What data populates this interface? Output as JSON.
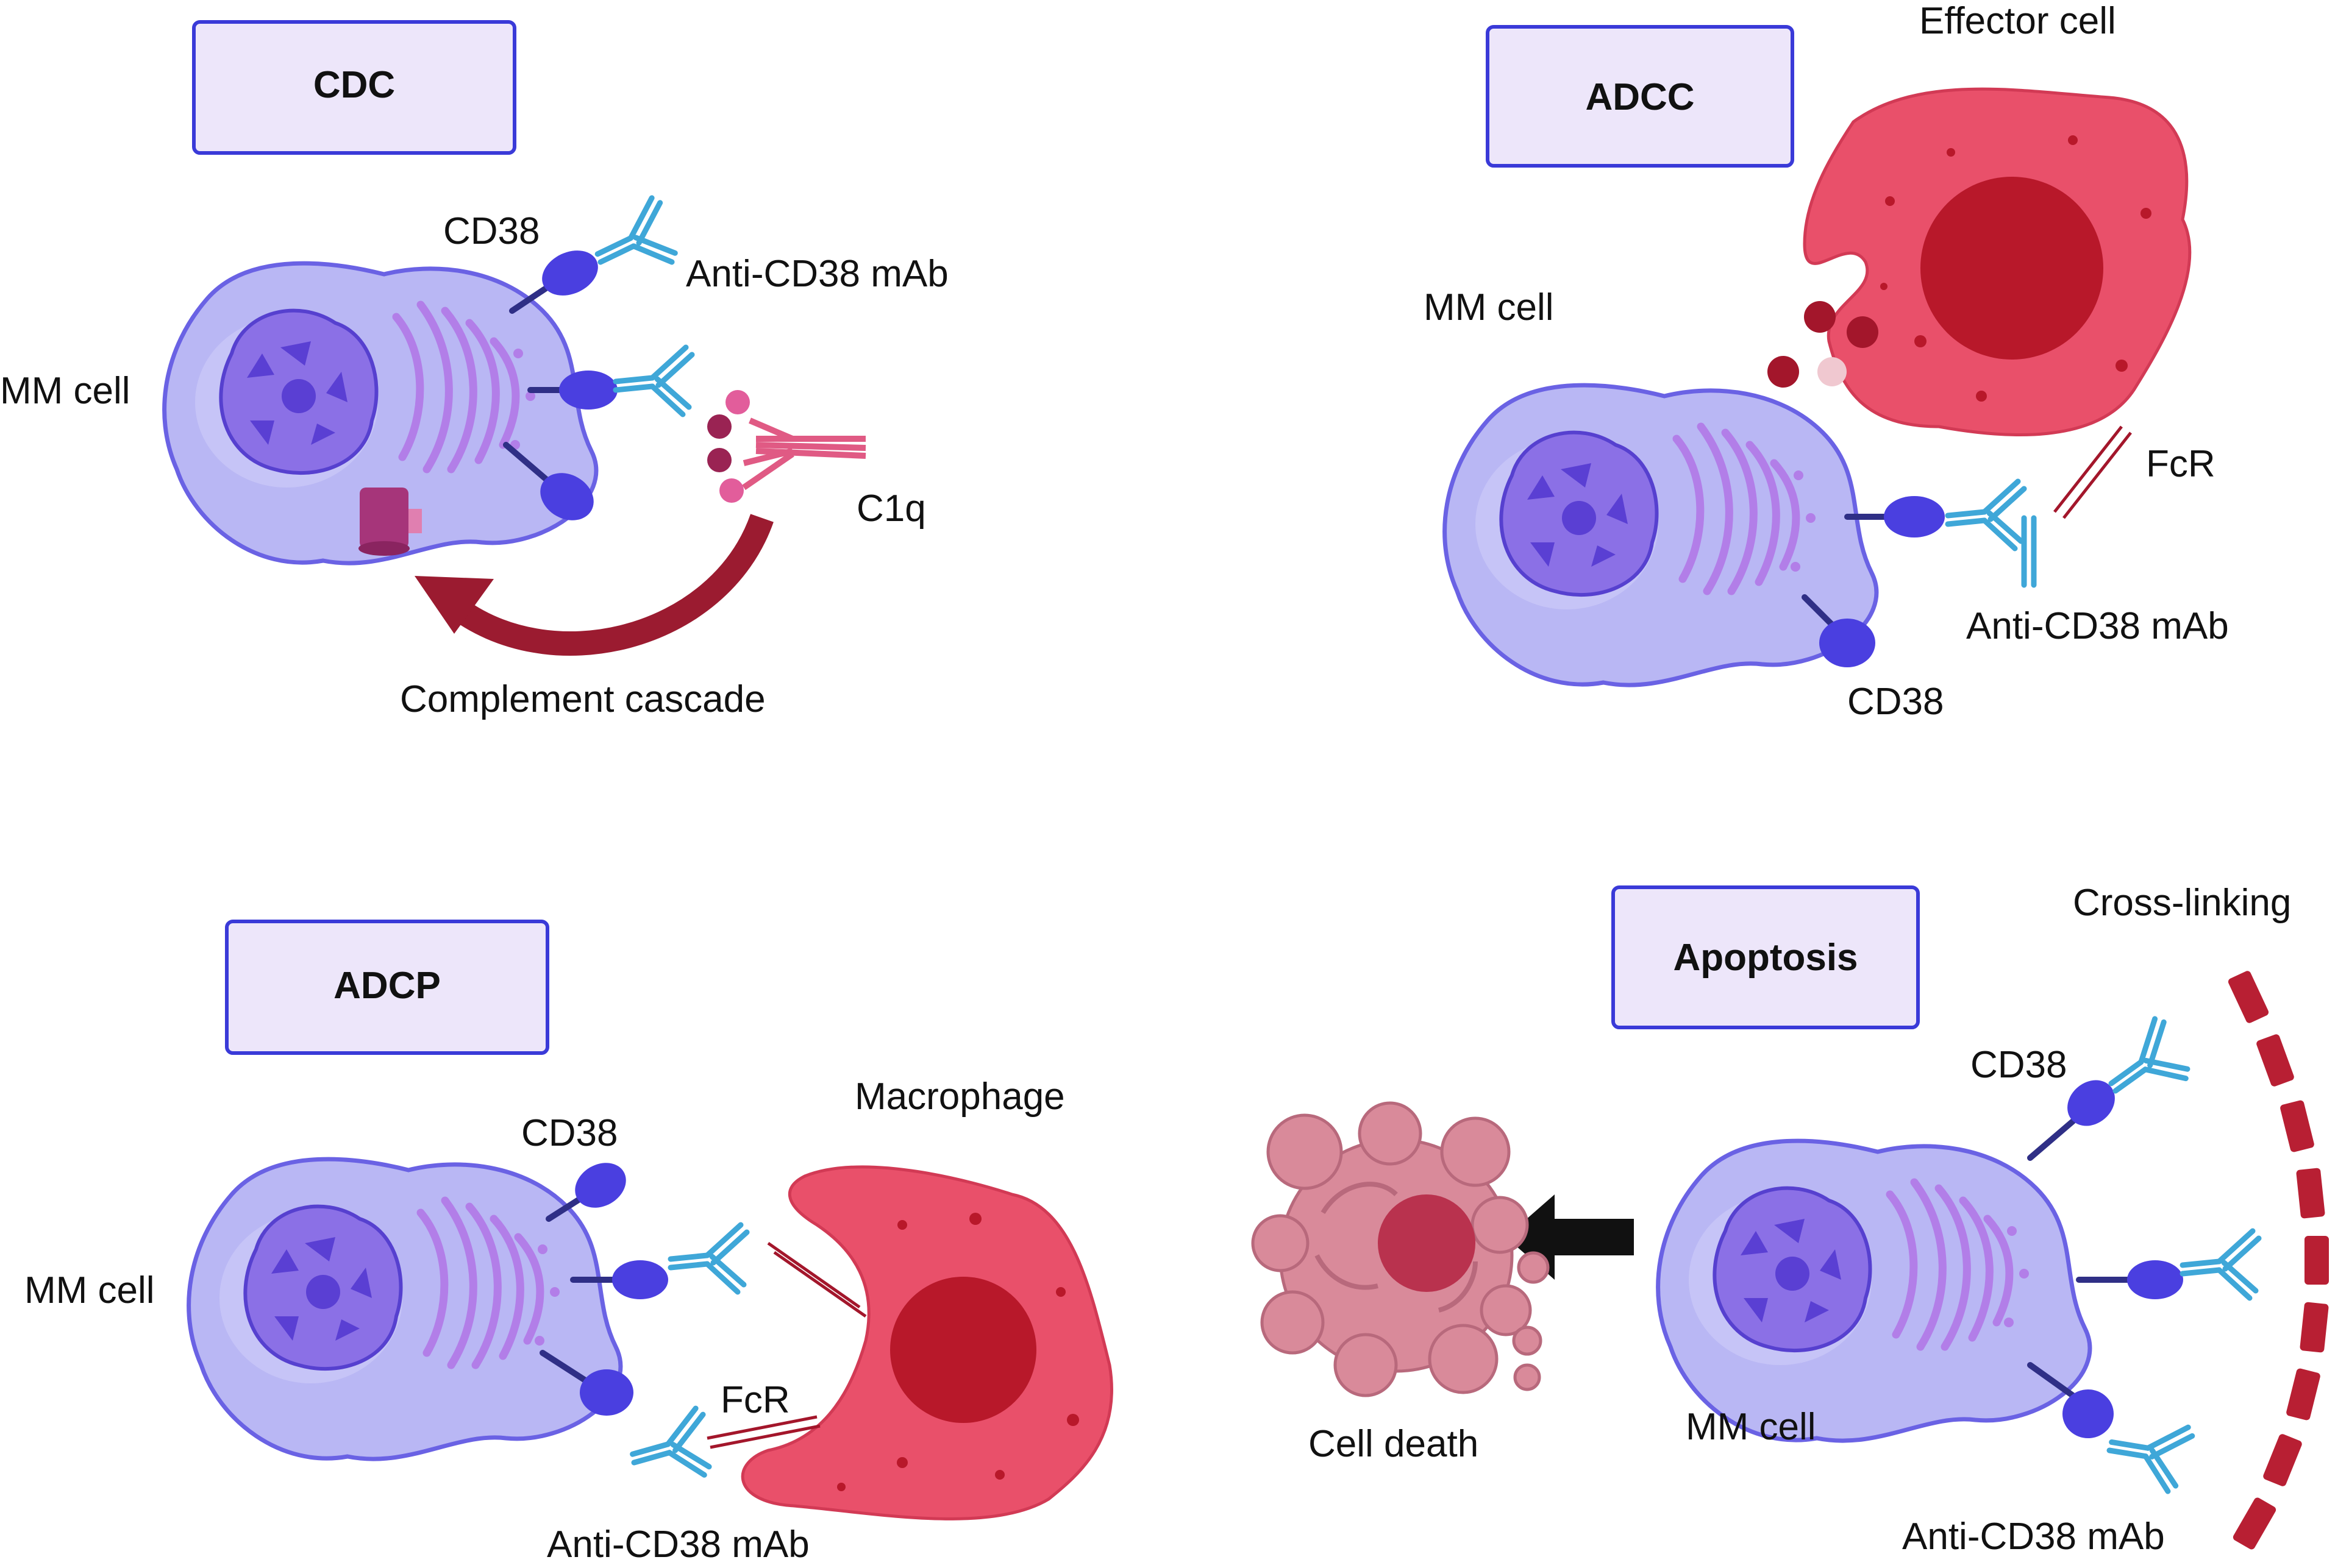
{
  "panels": {
    "cdc": {
      "title": "CDC",
      "mm_cell": "MM cell",
      "cd38": "CD38",
      "antibody": "Anti-CD38 mAb",
      "c1q": "C1q",
      "cascade": "Complement cascade"
    },
    "adcc": {
      "title": "ADCC",
      "effector": "Effector cell",
      "mm_cell": "MM cell",
      "fcr": "FcR",
      "antibody": "Anti-CD38 mAb",
      "cd38": "CD38"
    },
    "adcp": {
      "title": "ADCP",
      "cd38": "CD38",
      "macrophage": "Macrophage",
      "mm_cell": "MM cell",
      "fcr": "FcR",
      "antibody": "Anti-CD38 mAb"
    },
    "apoptosis": {
      "title": "Apoptosis",
      "crosslinking": "Cross-linking",
      "cd38": "CD38",
      "cell_death": "Cell death",
      "mm_cell": "MM cell",
      "antibody": "Anti-CD38 mAb"
    }
  },
  "colors": {
    "mm_cell": "#b9b7f4",
    "cd38": "#4a3fe0",
    "antibody": "#3fa7d8",
    "effector_cell": "#e9506a",
    "complement_arrow": "#9b1b30"
  }
}
